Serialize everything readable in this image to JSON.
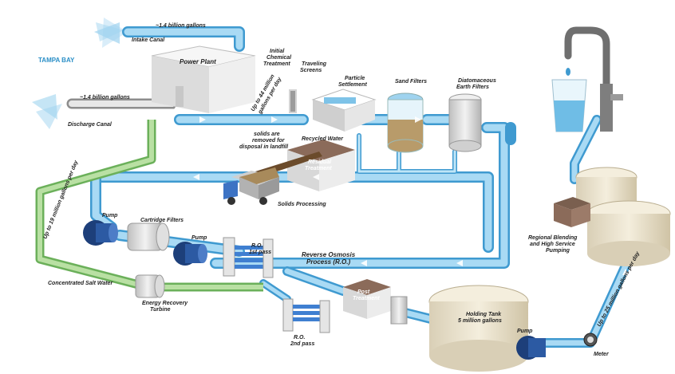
{
  "labels": {
    "tampa_bay": "TAMPA BAY",
    "intake_canal": "Intake Canal",
    "intake_flow": "~1.4 billion gallons",
    "discharge_canal": "Discharge Canal",
    "discharge_flow": "~1.4 billion gallons",
    "power_plant": "Power Plant",
    "initial_chemical_1": "Initial",
    "initial_chemical_2": "Chemical",
    "initial_chemical_3": "Treatment",
    "intake_rate_1": "Up to 44 million",
    "intake_rate_2": "gallons per day",
    "traveling_screens_1": "Traveling",
    "traveling_screens_2": "Screens",
    "particle_settlement_1": "Particle",
    "particle_settlement_2": "Settlement",
    "sand_filters": "Sand Filters",
    "diatomaceous_1": "Diatomaceous",
    "diatomaceous_2": "Earth Filters",
    "solids_note_1": "solids are",
    "solids_note_2": "removed for",
    "solids_note_3": "disposal in landfill",
    "recycled_water": "Recycled Water",
    "residual_1": "Residual",
    "residual_2": "Treatment",
    "solids_processing": "Solids Processing",
    "salt_rate": "Up to 19 million gallons per day",
    "pump_1": "Pump",
    "cartridge_filters": "Cartridge Filters",
    "pump_2": "Pump",
    "ro_first_1": "R.O.",
    "ro_first_2": "1st pass",
    "ro_process_1": "Reverse Osmosis",
    "ro_process_2": "Process (R.O.)",
    "concentrated_salt": "Concentrated Salt Water",
    "energy_recovery_1": "Energy Recovery",
    "energy_recovery_2": "Turbine",
    "ro_second_1": "R.O.",
    "ro_second_2": "2nd pass",
    "post_1": "Post",
    "post_2": "Treatment",
    "holding_1": "Holding Tank",
    "holding_2": "5 million gallons",
    "pump_3": "Pump",
    "meter": "Meter",
    "output_rate": "Up to 25 million gallons per day",
    "regional_1": "Regional Blending",
    "regional_2": "and High Service",
    "regional_3": "Pumping"
  },
  "colors": {
    "water_pipe": "#7ec3e8",
    "water_pipe_dark": "#3f9ad0",
    "salt_pipe": "#a6d58a",
    "salt_pipe_dark": "#6bb05a",
    "pump": "#1d3f7a",
    "tank": "#ebe3cf",
    "building": "#e9e9e9",
    "residual_roof": "#8b6b5a",
    "tampa_bay": "#2b8fc7"
  }
}
